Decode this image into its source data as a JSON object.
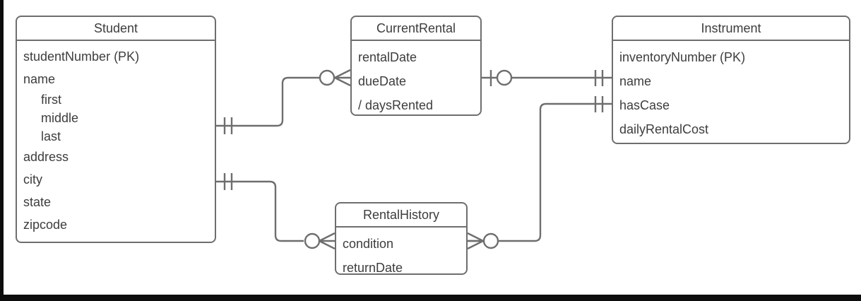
{
  "diagram": {
    "type": "entity-relationship-diagram",
    "notation": "crow's-foot",
    "entities": [
      {
        "id": "student",
        "name": "Student",
        "attributes": [
          {
            "label": "studentNumber (PK)",
            "level": 0
          },
          {
            "label": "name",
            "level": 0
          },
          {
            "label": "first",
            "level": 1
          },
          {
            "label": "middle",
            "level": 1
          },
          {
            "label": "last",
            "level": 1
          },
          {
            "label": "address",
            "level": 0
          },
          {
            "label": "city",
            "level": 0
          },
          {
            "label": "state",
            "level": 0
          },
          {
            "label": "zipcode",
            "level": 0
          }
        ]
      },
      {
        "id": "current-rental",
        "name": "CurrentRental",
        "attributes": [
          {
            "label": "rentalDate",
            "level": 0
          },
          {
            "label": "dueDate",
            "level": 0
          },
          {
            "label": "/ daysRented",
            "level": 0
          }
        ]
      },
      {
        "id": "instrument",
        "name": "Instrument",
        "attributes": [
          {
            "label": "inventoryNumber (PK)",
            "level": 0
          },
          {
            "label": "name",
            "level": 0
          },
          {
            "label": "hasCase",
            "level": 0
          },
          {
            "label": "dailyRentalCost",
            "level": 0
          }
        ]
      },
      {
        "id": "rental-history",
        "name": "RentalHistory",
        "attributes": [
          {
            "label": "condition",
            "level": 0
          },
          {
            "label": "returnDate",
            "level": 0
          }
        ]
      }
    ],
    "relationships": [
      {
        "id": "student-current-rental",
        "from": "Student",
        "to": "CurrentRental",
        "from_cardinality": "one-and-only-one",
        "to_cardinality": "zero-or-many"
      },
      {
        "id": "current-rental-instrument",
        "from": "CurrentRental",
        "to": "Instrument",
        "from_cardinality": "zero-or-one",
        "to_cardinality": "one-and-only-one"
      },
      {
        "id": "student-rental-history",
        "from": "Student",
        "to": "RentalHistory",
        "from_cardinality": "one-and-only-one",
        "to_cardinality": "zero-or-many"
      },
      {
        "id": "rental-history-instrument",
        "from": "RentalHistory",
        "to": "Instrument",
        "from_cardinality": "zero-or-many",
        "to_cardinality": "one-and-only-one"
      }
    ],
    "colors": {
      "line": "#6e6e6e",
      "text": "#3d3d3d",
      "background": "#ffffff",
      "frame": "#0d0d0d"
    }
  }
}
